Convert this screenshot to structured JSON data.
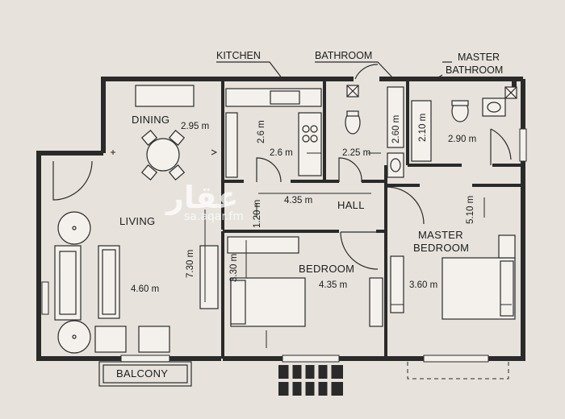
{
  "labels": {
    "kitchen": "KITCHEN",
    "bathroom": "BATHROOM",
    "master_bathroom_line1": "MASTER",
    "master_bathroom_line2": "BATHROOM",
    "dining": "DINING",
    "living": "LIVING",
    "hall": "HALL",
    "bedroom": "BEDROOM",
    "master_bedroom_line1": "MASTER",
    "master_bedroom_line2": "BEDROOM",
    "balcony": "BALCONY"
  },
  "dimensions": {
    "dining_width": "2.95 m",
    "kitchen_depth": "2.6 m",
    "kitchen_width": "2.6 m",
    "bathroom_width": "2.25 m",
    "bathroom_depth": "2.60 m",
    "master_bath_depth": "2.10 m",
    "master_bath_width": "2.90 m",
    "hall_length": "4.35 m",
    "hall_width": "1.20 m",
    "living_length": "7.30 m",
    "living_width": "4.60 m",
    "bedroom_depth": "3.30 m",
    "bedroom_width": "4.35 m",
    "master_bedroom_depth": "5.10 m",
    "master_bedroom_width": "3.60 m"
  },
  "watermark": {
    "logo_text": "عقار",
    "url": "sa.aqar.fm"
  }
}
